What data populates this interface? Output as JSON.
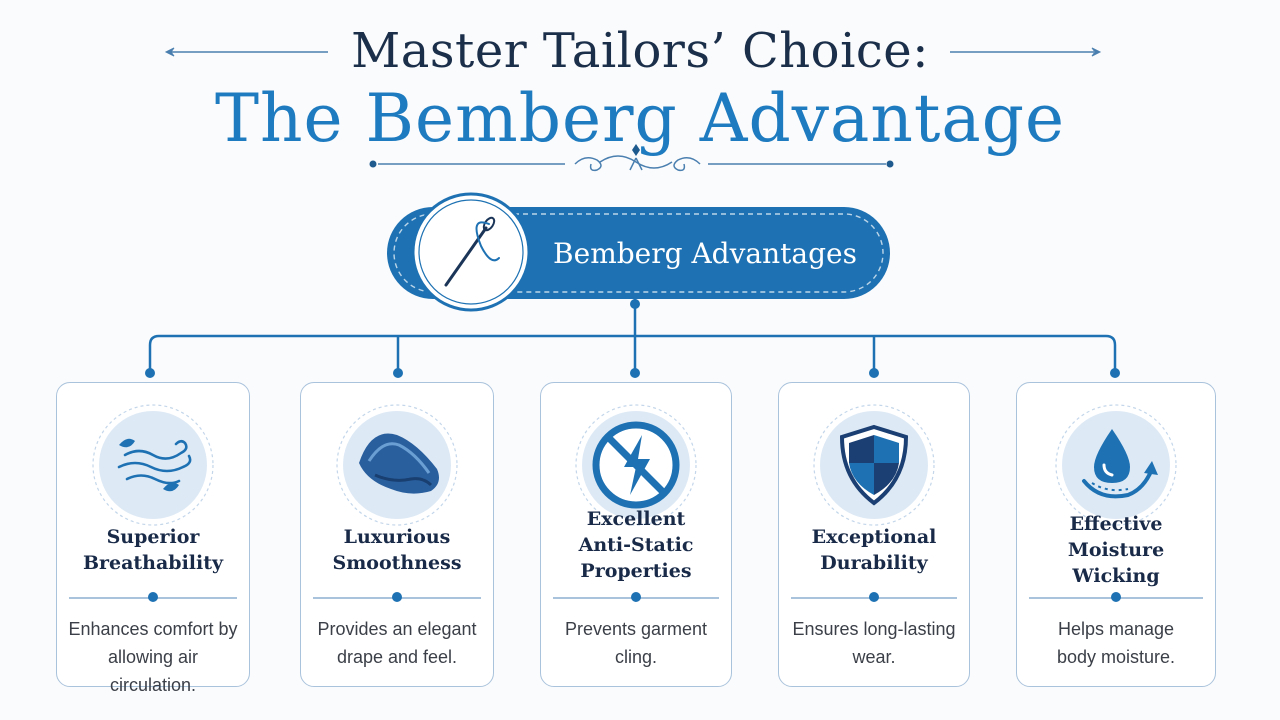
{
  "header": {
    "title_line1": "Master Tailors’ Choice:",
    "title_line2": "The Bemberg Advantage"
  },
  "hub": {
    "label": "Bemberg Advantages",
    "icon": "needle-thread-icon"
  },
  "colors": {
    "navy": "#1b2f4a",
    "accent_blue": "#1e7bc0",
    "hub_blue": "#1e72b3",
    "card_border": "#aac3dc",
    "icon_bg": "#dde9f5",
    "text_gray": "#3b3f47"
  },
  "cards": [
    {
      "icon": "wind-icon",
      "title_lines": [
        "Superior",
        "Breathability"
      ],
      "desc_lines": [
        "Enhances comfort by",
        "allowing air circulation."
      ]
    },
    {
      "icon": "silk-fabric-icon",
      "title_lines": [
        "Luxurious",
        "Smoothness"
      ],
      "desc_lines": [
        "Provides an elegant",
        "drape and feel."
      ]
    },
    {
      "icon": "no-static-icon",
      "title_lines": [
        "Excellent",
        "Anti-Static",
        "Properties"
      ],
      "desc_lines": [
        "Prevents garment",
        "cling."
      ]
    },
    {
      "icon": "shield-icon",
      "title_lines": [
        "Exceptional",
        "Durability"
      ],
      "desc_lines": [
        "Ensures long-lasting",
        "wear."
      ]
    },
    {
      "icon": "water-drop-icon",
      "title_lines": [
        "Effective",
        "Moisture Wicking"
      ],
      "desc_lines": [
        "Helps manage",
        "body moisture."
      ]
    }
  ]
}
